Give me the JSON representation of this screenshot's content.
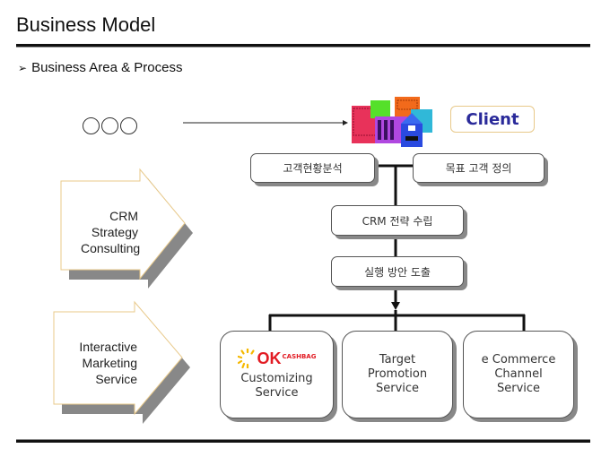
{
  "header": {
    "title": "Business Model",
    "subtitle_bullet": "➢",
    "subtitle": "Business Area & Process"
  },
  "source_label": "○○○",
  "client": {
    "label": "Client",
    "icon": "buildings-icon"
  },
  "process_steps": [
    {
      "label": "고객현황분석"
    },
    {
      "label": "목표 고객 정의"
    },
    {
      "label": "CRM 전략 수립"
    },
    {
      "label": "실행 방안 도출"
    }
  ],
  "areas": [
    {
      "lines": [
        "CRM",
        "Strategy",
        "Consulting"
      ]
    },
    {
      "lines": [
        "Interactive",
        "Marketing",
        "Service"
      ]
    }
  ],
  "services": [
    {
      "logo": {
        "main": "OK",
        "sub": "CASHBAG",
        "color": "#e21b23",
        "ray_color": "#f5b800"
      },
      "lines": [
        "Customizing",
        "Service"
      ]
    },
    {
      "lines": [
        "Target",
        "Promotion",
        "Service"
      ]
    },
    {
      "lines": [
        "e Commerce",
        "Channel",
        "Service"
      ]
    }
  ],
  "colors": {
    "client_text": "#2a2a9a",
    "client_border": "#e8c98a",
    "arrow_border": "#e8c98a",
    "shadow": "#888888"
  }
}
